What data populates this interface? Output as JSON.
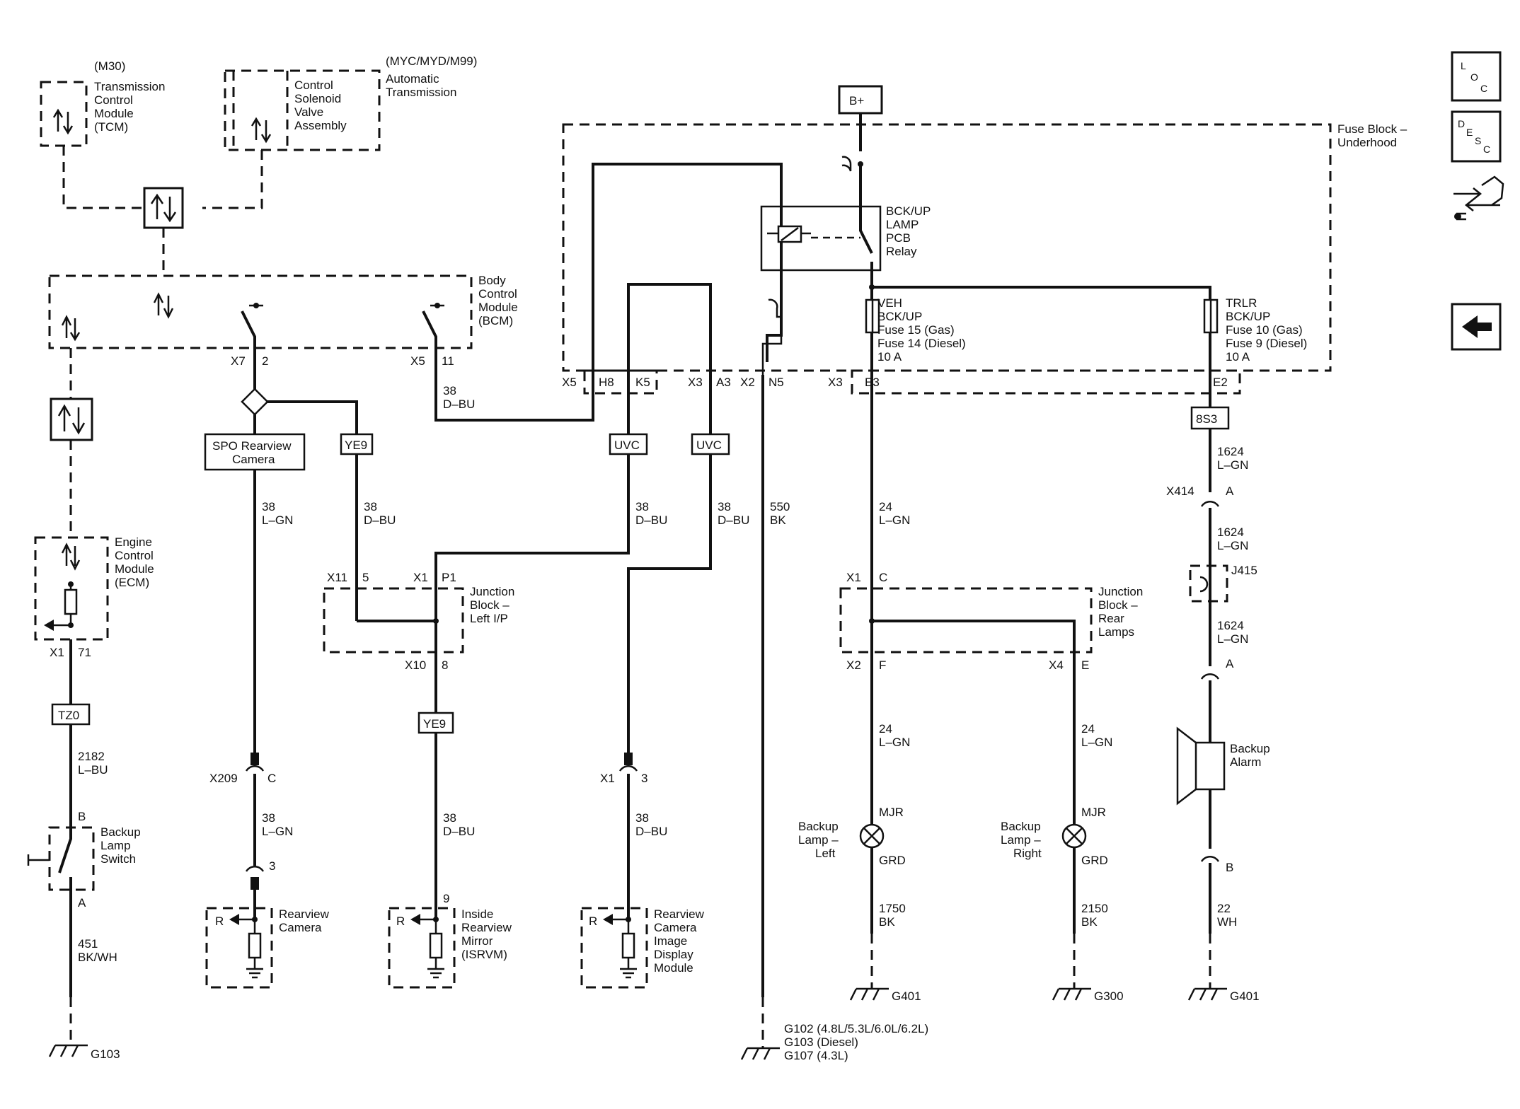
{
  "components": {
    "tcm": {
      "option": "(M30)",
      "lines": [
        "Transmission",
        "Control",
        "Module",
        "(TCM)"
      ]
    },
    "csva": {
      "option": "(MYC/MYD/M99)",
      "lines": [
        "Control",
        "Solenoid",
        "Valve",
        "Assembly"
      ],
      "side_lines": [
        "Automatic",
        "Transmission"
      ]
    },
    "bcm": {
      "lines": [
        "Body",
        "Control",
        "Module",
        "(BCM)"
      ]
    },
    "fuse_block": {
      "lines": [
        "Fuse Block –",
        "Underhood"
      ]
    },
    "relay": {
      "lines": [
        "BCK/UP",
        "LAMP",
        "PCB",
        "Relay"
      ]
    },
    "fuse_veh": {
      "lines": [
        "VEH",
        "BCK/UP",
        "Fuse 15 (Gas)",
        "Fuse 14 (Diesel)",
        "10 A"
      ]
    },
    "fuse_trlr": {
      "lines": [
        "TRLR",
        "BCK/UP",
        "Fuse 10 (Gas)",
        "Fuse 9 (Diesel)",
        "10 A"
      ]
    },
    "ecm": {
      "lines": [
        "Engine",
        "Control",
        "Module",
        "(ECM)"
      ]
    },
    "junction_lip": {
      "lines": [
        "Junction",
        "Block –",
        "Left I/P"
      ]
    },
    "junction_rear": {
      "lines": [
        "Junction",
        "Block –",
        "Rear",
        "Lamps"
      ]
    },
    "backup_switch": {
      "lines": [
        "Backup",
        "Lamp",
        "Switch"
      ]
    },
    "rearview_camera": {
      "lines": [
        "Rearview",
        "Camera"
      ]
    },
    "isrvm": {
      "lines": [
        "Inside",
        "Rearview",
        "Mirror",
        "(ISRVM)"
      ]
    },
    "rcidm": {
      "lines": [
        "Rearview",
        "Camera",
        "Image",
        "Display",
        "Module"
      ]
    },
    "lamp_left": {
      "lines": [
        "Backup",
        "Lamp –",
        "Left"
      ],
      "top": "MJR",
      "bottom": "GRD"
    },
    "lamp_right": {
      "lines": [
        "Backup",
        "Lamp –",
        "Right"
      ],
      "top": "MJR",
      "bottom": "GRD"
    },
    "alarm": {
      "lines": [
        "Backup",
        "Alarm"
      ]
    },
    "spo_box": {
      "lines": [
        "SPO Rearview",
        "Camera"
      ]
    }
  },
  "option_boxes": {
    "ye9_a": "YE9",
    "ye9_b": "YE9",
    "uvc_a": "UVC",
    "uvc_b": "UVC",
    "tz0": "TZ0",
    "s8s3": "8S3"
  },
  "power": {
    "bplus": "B+"
  },
  "connectors": {
    "bcm_x7": "X7",
    "bcm_x7_pin": "2",
    "bcm_x5": "X5",
    "bcm_x5_pin": "11",
    "fb_x5": "X5",
    "fb_h8": "H8",
    "fb_k5": "K5",
    "fb_x3a": "X3",
    "fb_a3": "A3",
    "fb_x2": "X2",
    "fb_n5": "N5",
    "fb_x3b": "X3",
    "fb_e3": "E3",
    "fb_e2": "E2",
    "ecm_x1": "X1",
    "ecm_pin": "71",
    "sw_b": "B",
    "sw_a": "A",
    "x209": "X209",
    "x209_pin": "C",
    "cam_pin": "3",
    "jb_x11": "X11",
    "jb_x11_pin": "5",
    "jb_x1": "X1",
    "jb_x1_pin": "P1",
    "jb_x10": "X10",
    "jb_x10_pin": "8",
    "isrvm_pin": "9",
    "disp_x1": "X1",
    "disp_pin": "3",
    "jr_x1": "X1",
    "jr_x1_pin": "C",
    "jr_x2": "X2",
    "jr_x2_pin": "F",
    "jr_x4": "X4",
    "jr_x4_pin": "E",
    "x414": "X414",
    "x414_pin": "A",
    "j415": "J415",
    "alarm_a": "A",
    "alarm_b": "B"
  },
  "wires": {
    "w_bcm11": [
      "38",
      "D–BU"
    ],
    "w_spo": [
      "38",
      "L–GN"
    ],
    "w_ye9": [
      "38",
      "D–BU"
    ],
    "w_uvc_a": [
      "38",
      "D–BU"
    ],
    "w_uvc_b": [
      "38",
      "D–BU"
    ],
    "w_550": [
      "550",
      "BK"
    ],
    "w_24a": [
      "24",
      "L–GN"
    ],
    "w_1624a": [
      "1624",
      "L–GN"
    ],
    "w_1624b": [
      "1624",
      "L–GN"
    ],
    "w_1624c": [
      "1624",
      "L–GN"
    ],
    "w_2182": [
      "2182",
      "L–BU"
    ],
    "w_451": [
      "451",
      "BK/WH"
    ],
    "w_cam": [
      "38",
      "L–GN"
    ],
    "w_isrvm": [
      "38",
      "D–BU"
    ],
    "w_disp": [
      "38",
      "D–BU"
    ],
    "w_24b": [
      "24",
      "L–GN"
    ],
    "w_24c": [
      "24",
      "L–GN"
    ],
    "w_1750": [
      "1750",
      "BK"
    ],
    "w_2150": [
      "2150",
      "BK"
    ],
    "w_22": [
      "22",
      "WH"
    ]
  },
  "grounds": {
    "g103": "G103",
    "g401a": "G401",
    "g300": "G300",
    "g401b": "G401",
    "g_multi": [
      "G102 (4.8L/5.3L/6.0L/6.2L)",
      "G103 (Diesel)",
      "G107 (4.3L)"
    ]
  },
  "sidebar": {
    "loc": {
      "c1": "L",
      "c2": "O",
      "c3": "C"
    },
    "desc": {
      "c1": "D",
      "c2": "E",
      "c3": "S",
      "c4": "C"
    }
  }
}
